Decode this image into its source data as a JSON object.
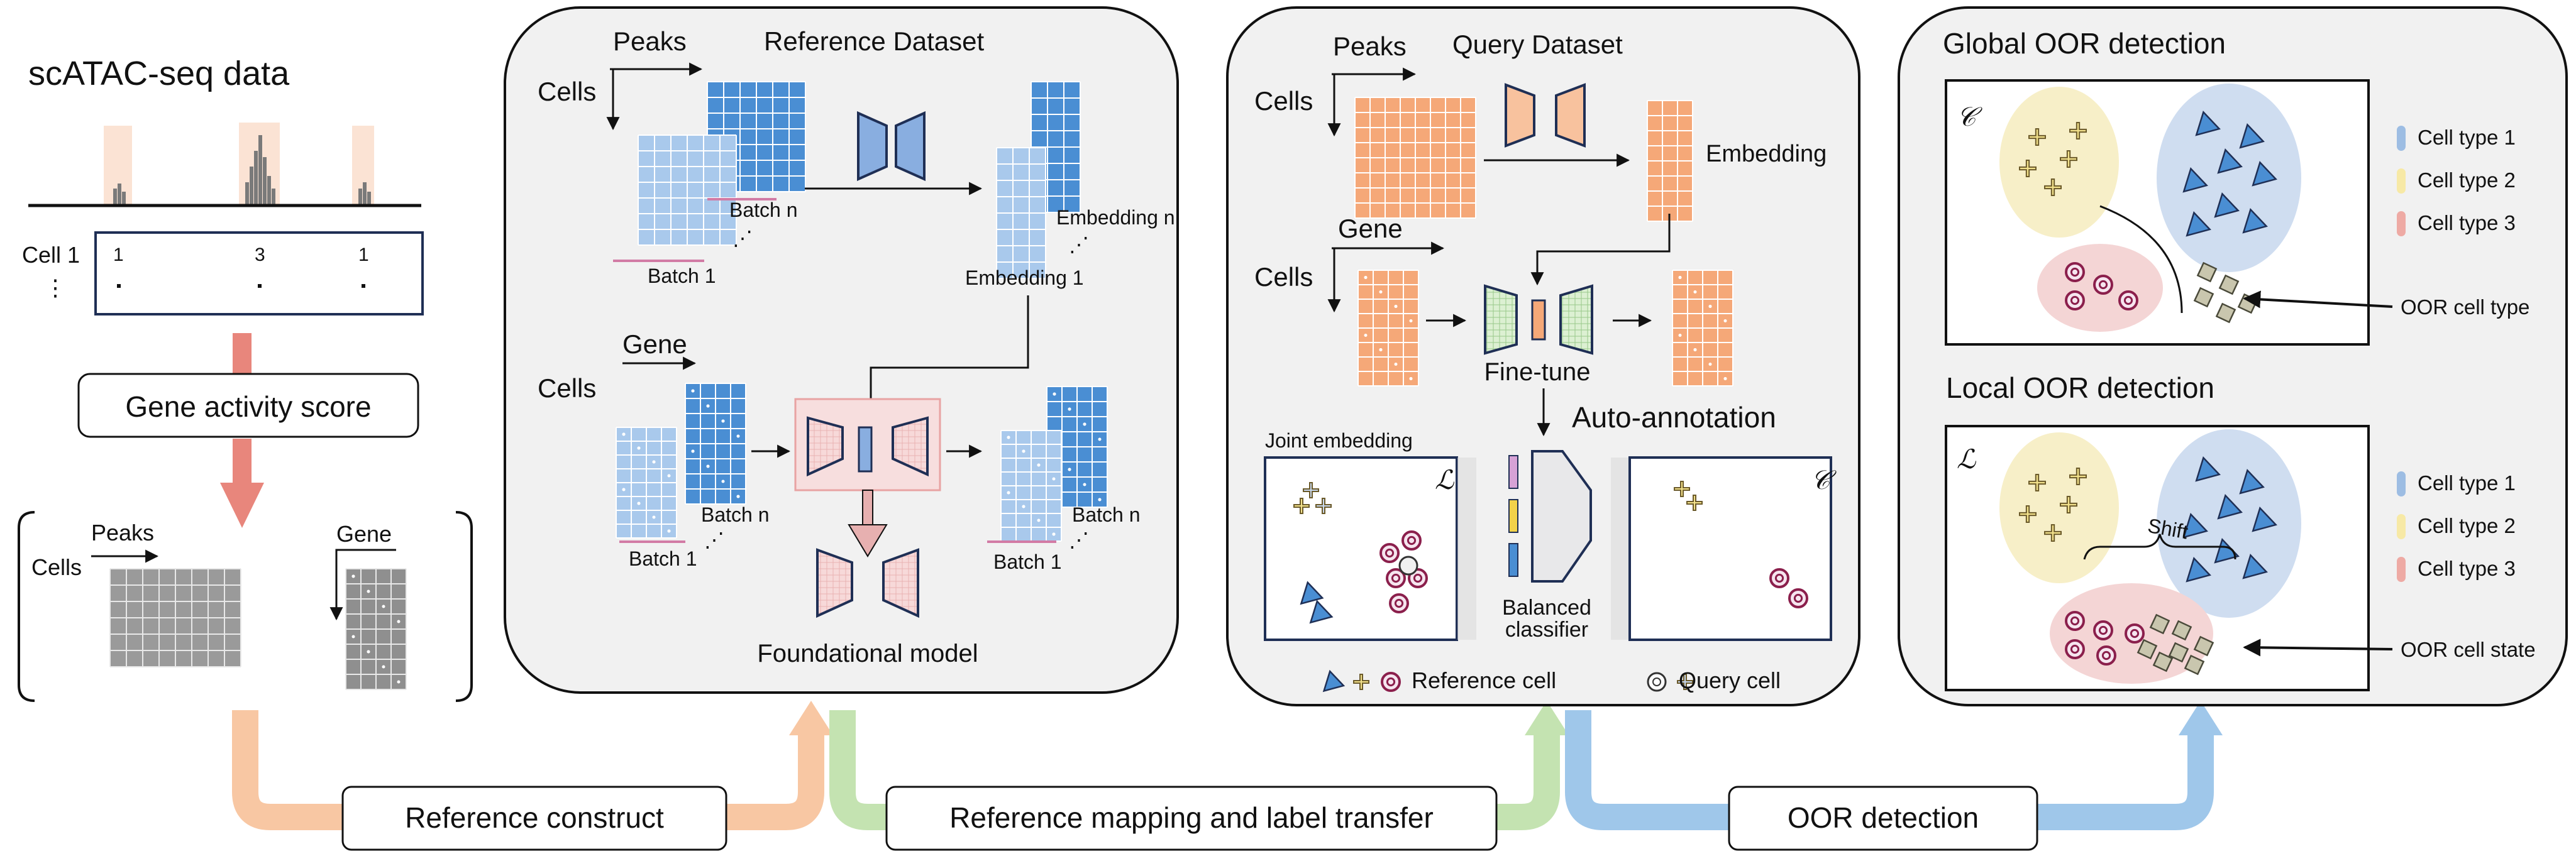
{
  "left": {
    "title": "scATAC-seq data",
    "cell_row_label": "Cell 1",
    "row_ellipsis": "⋮",
    "counts": [
      "1",
      "3",
      "1"
    ],
    "gene_activity_label": "Gene activity score",
    "peaks_label": "Peaks",
    "cells_label": "Cells",
    "gene_label": "Gene"
  },
  "reference": {
    "title": "Reference Dataset",
    "peaks_label": "Peaks",
    "cells_label": "Cells",
    "batch_1": "Batch 1",
    "batch_n": "Batch n",
    "embedding_1": "Embedding 1",
    "embedding_n": "Embedding n",
    "gene_label": "Gene",
    "cells_label_2": "Cells",
    "batch_1b": "Batch 1",
    "batch_nb": "Batch n",
    "batch_1c": "Batch 1",
    "batch_nc": "Batch n",
    "foundational_label": "Foundational model",
    "dots": "⋰"
  },
  "query": {
    "title": "Query Dataset",
    "peaks_label": "Peaks",
    "cells_label": "Cells",
    "embedding_label": "Embedding",
    "gene_label": "Gene",
    "cells_label_2": "Cells",
    "finetune_label": "Fine-tune",
    "auto_annotation_label": "Auto-annotation",
    "joint_embedding_label": "Joint embedding",
    "balanced_label_1": "Balanced",
    "balanced_label_2": "classifier",
    "L_symbol": "ℒ",
    "C_symbol": "𝒞",
    "reference_cell_label": "Reference cell",
    "query_cell_label": "Query cell"
  },
  "oor": {
    "global_title": "Global OOR detection",
    "local_title": "Local OOR detection",
    "C_symbol": "𝒞",
    "L_symbol": "ℒ",
    "legend": [
      {
        "label": "Cell type 1",
        "color": "#9dbde3"
      },
      {
        "label": "Cell type 2",
        "color": "#f7e9a6"
      },
      {
        "label": "Cell type 3",
        "color": "#eeaaa4"
      }
    ],
    "oor_cell_type_label": "OOR cell type",
    "oor_cell_state_label": "OOR cell state",
    "shift_label": "Shift"
  },
  "bottom": {
    "reference_construct": "Reference construct",
    "reference_mapping": "Reference mapping and label transfer",
    "oor_detection": "OOR detection"
  },
  "colors": {
    "blue_dark": "#4a8ed3",
    "blue_light": "#a9c9ec",
    "orange": "#f5a878",
    "orange_arrow": "#f8c7a3",
    "green_arrow": "#c4e3b1",
    "blue_arrow": "#9fc7ea",
    "salmon": "#e8867c",
    "panel_bg": "#f1f1f1",
    "navy": "#1f2f55"
  }
}
